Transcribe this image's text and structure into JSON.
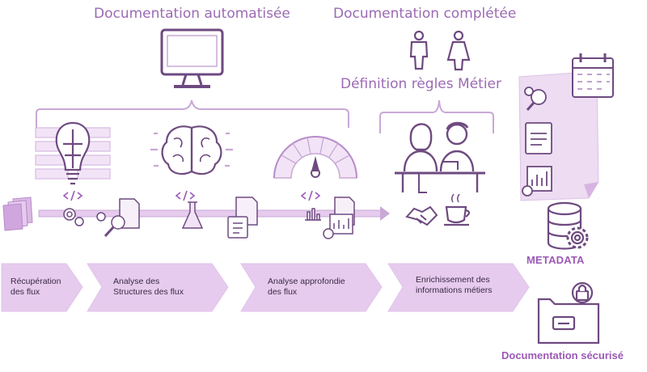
{
  "headings": {
    "automated": "Documentation automatisée",
    "completed": "Documentation complétée",
    "business_rules": "Définition règles Métier"
  },
  "steps": [
    {
      "line1": "Récupération",
      "line2": "des flux"
    },
    {
      "line1": "Analyse des",
      "line2": "Structures des flux"
    },
    {
      "line1": "Analyse approfondie",
      "line2": "des flux"
    },
    {
      "line1": "Enrichissement des",
      "line2": "informations métiers"
    }
  ],
  "right": {
    "metadata": "METADATA",
    "secured": "Documentation sécurisé"
  },
  "colors": {
    "accent": "#9b59b6",
    "heading": "#9b6ab3",
    "step_fill": "#e6cbee",
    "icon_stroke": "#6e4a80",
    "icon_light": "#c9a8d6"
  },
  "icons": [
    "monitor-icon",
    "man-icon",
    "woman-icon",
    "lightbulb-icon",
    "brain-icon",
    "gauge-icon",
    "meeting-icon",
    "handshake-icon",
    "coffee-icon",
    "calendar-icon",
    "database-icon",
    "secure-folder-icon"
  ]
}
